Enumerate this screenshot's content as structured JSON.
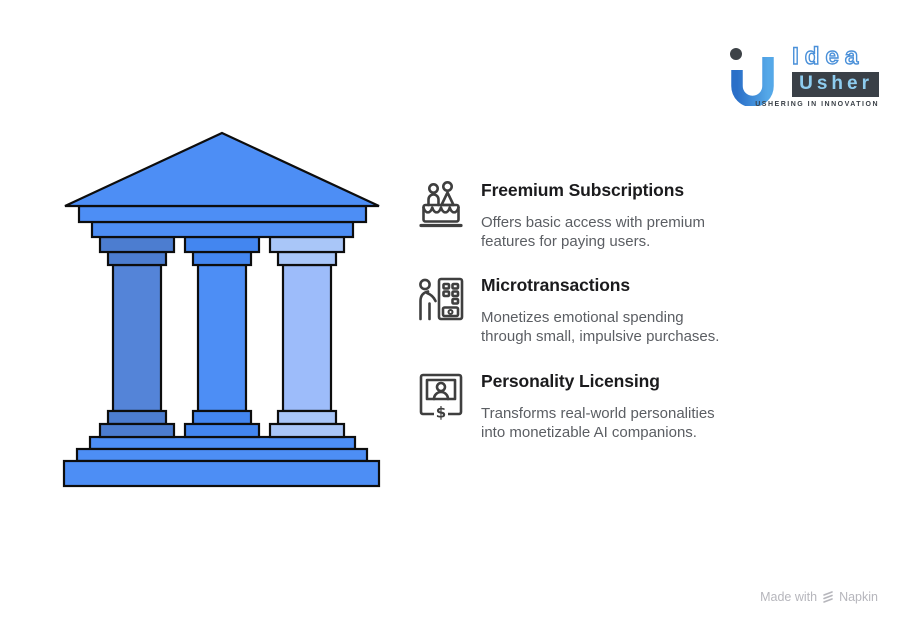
{
  "theme": {
    "background": "#ffffff",
    "title_color": "#1b1b1d",
    "description_color": "#5b5e63",
    "icon_stroke": "#3f3f3f",
    "watermark_color": "#b6b6bc"
  },
  "logo": {
    "brand_line1": "Idea",
    "brand_line2": "Usher",
    "tagline": "USHERING IN INNOVATION",
    "accent_blue": "#4a90d9",
    "dark": "#3a4047"
  },
  "items": [
    {
      "icon": "wedding-cake-icon",
      "title": "Freemium Subscriptions",
      "description_lines": [
        "Offers basic access with premium",
        "features for paying users."
      ]
    },
    {
      "icon": "vending-machine-icon",
      "title": "Microtransactions",
      "description_lines": [
        "Monetizes emotional spending",
        "through small, impulsive purchases."
      ]
    },
    {
      "icon": "portrait-dollar-icon",
      "title": "Personality Licensing",
      "description_lines": [
        "Transforms real-world personalities",
        "into monetizable AI companions."
      ]
    }
  ],
  "illustration": {
    "type": "greek-temple-three-pillars",
    "pillar_count": 3,
    "colors": {
      "structure": "#4d8ef5",
      "left_shaft": "#5484d8",
      "left_caps": "#4c7dd0",
      "mid_shaft": "#4d8ef5",
      "mid_caps": "#4386f0",
      "right_shaft": "#9dbcfa",
      "right_caps": "#a9c6f8",
      "outline": "#0d0d0d"
    }
  },
  "watermark": {
    "prefix": "Made with",
    "brand": "Napkin"
  }
}
